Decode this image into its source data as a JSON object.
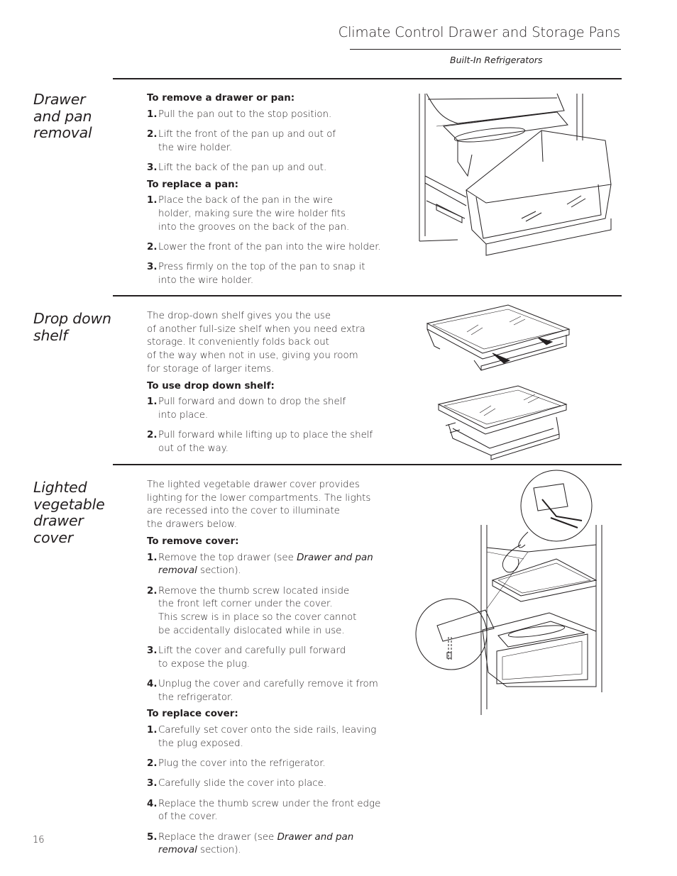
{
  "header": {
    "title": "Climate Control Drawer and Storage Pans",
    "subtitle": "Built-In Refrigerators"
  },
  "sections": [
    {
      "heading": [
        "Drawer",
        "and pan",
        "removal"
      ],
      "blocks": [
        {
          "subheading": "To remove a drawer or pan:",
          "steps": [
            {
              "num": "1.",
              "lines": [
                "Pull the pan out to the stop position."
              ]
            },
            {
              "num": "2.",
              "lines": [
                "Lift the front of the pan up and out of",
                "the wire holder."
              ]
            },
            {
              "num": "3.",
              "lines": [
                "Lift the back of the pan up and out."
              ]
            }
          ]
        },
        {
          "subheading": "To replace a pan:",
          "steps": [
            {
              "num": "1.",
              "lines": [
                "Place the back of the pan in the wire",
                "holder, making sure the wire holder fits",
                "into the grooves on the back of the pan."
              ]
            },
            {
              "num": "2.",
              "lines": [
                "Lower the front of the pan into the wire holder."
              ]
            },
            {
              "num": "3.",
              "lines": [
                "Press firmly on the top of the pan to snap it",
                "into the wire holder."
              ]
            }
          ]
        }
      ]
    },
    {
      "heading": [
        "Drop down",
        "shelf"
      ],
      "intro": [
        "The drop-down shelf gives you the use",
        "of another full-size shelf when you need extra",
        "storage. It conveniently folds back out",
        "of the way when not in use, giving you room",
        "for storage of larger items."
      ],
      "blocks": [
        {
          "subheading": "To use drop down shelf:",
          "steps": [
            {
              "num": "1.",
              "lines": [
                "Pull forward and down to drop the shelf",
                "into place."
              ]
            },
            {
              "num": "2.",
              "lines": [
                "Pull forward while lifting up to place the shelf",
                "out of the way."
              ]
            }
          ]
        }
      ]
    },
    {
      "heading": [
        "Lighted",
        "vegetable",
        "drawer",
        "cover"
      ],
      "intro": [
        "The lighted vegetable drawer cover provides",
        "lighting for the lower compartments. The lights",
        "are recessed into the cover to illuminate",
        "the drawers below."
      ],
      "blocks": [
        {
          "subheading": "To remove cover:",
          "steps": [
            {
              "num": "1.",
              "l1_pre": "Remove the top drawer (see ",
              "l1_em": "Drawer and pan",
              "l2_em": "removal",
              "l2_post": " section)."
            },
            {
              "num": "2.",
              "lines": [
                "Remove the thumb screw located inside",
                "the front left corner under the cover.",
                "This screw is in place so the cover cannot",
                "be accidentally dislocated while in use."
              ]
            },
            {
              "num": "3.",
              "lines": [
                "Lift the cover and carefully pull forward",
                "to expose the plug."
              ]
            },
            {
              "num": "4.",
              "lines": [
                "Unplug the cover and carefully remove it from",
                "the refrigerator."
              ]
            }
          ]
        },
        {
          "subheading": "To replace cover:",
          "steps": [
            {
              "num": "1.",
              "lines": [
                "Carefully set cover onto the side rails, leaving",
                "the plug exposed."
              ]
            },
            {
              "num": "2.",
              "lines": [
                "Plug the cover into the refrigerator."
              ]
            },
            {
              "num": "3.",
              "lines": [
                "Carefully slide the cover into place."
              ]
            },
            {
              "num": "4.",
              "lines": [
                "Replace the thumb screw under the front edge",
                "of the cover."
              ]
            },
            {
              "num": "5.",
              "l1_pre": "Replace the drawer (see ",
              "l1_em": "Drawer and pan",
              "l2_em": "removal",
              "l2_post": " section)."
            }
          ]
        }
      ]
    }
  ],
  "footer": {
    "page_number": "16"
  }
}
